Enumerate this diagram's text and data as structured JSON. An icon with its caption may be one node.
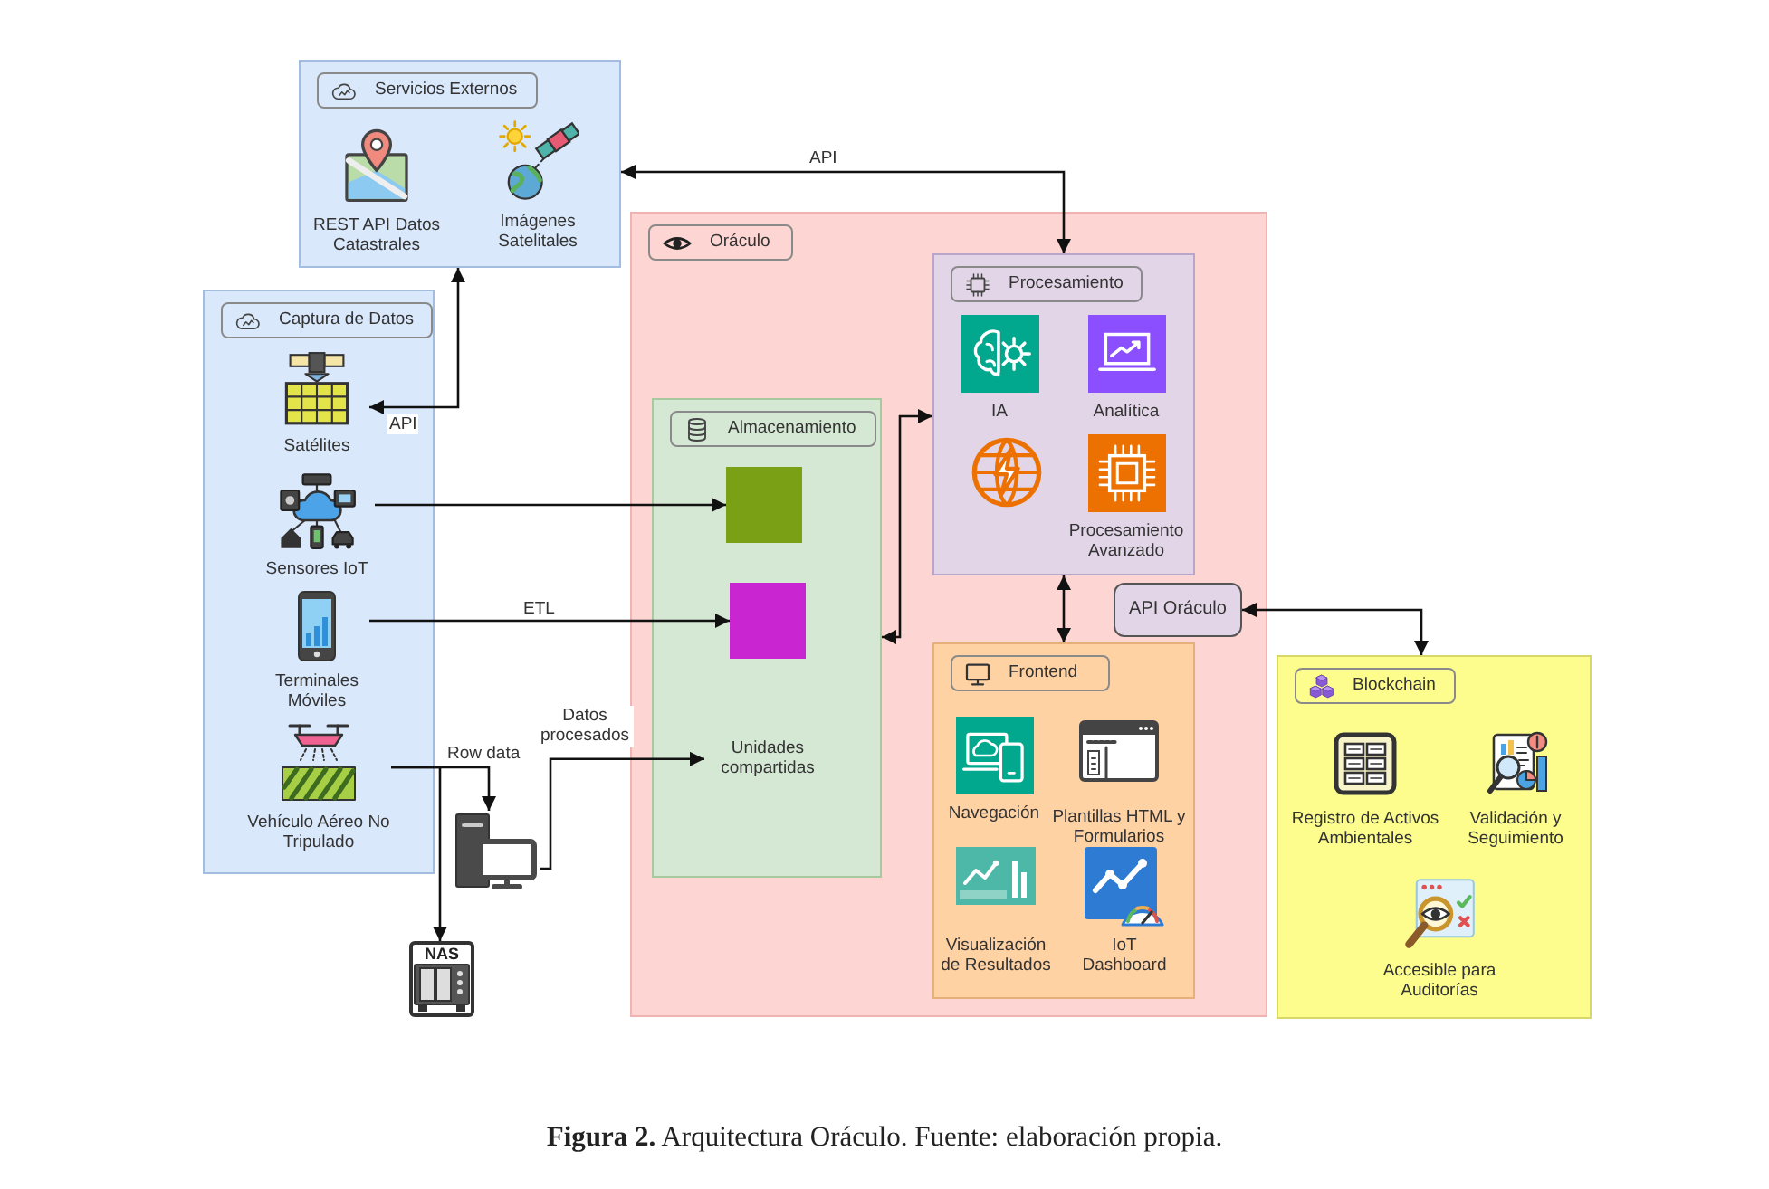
{
  "diagram": {
    "caption": "**Figura 2.** Arquitectura Oráculo. Fuente: elaboración propia.",
    "nodes": [
      {
        "text": [
          "Servicios Externos"
        ]
      },
      {
        "text": [
          "REST API Datos Catastrales"
        ],
        "in": 0
      },
      {
        "text": [
          "Imágenes Satelitales"
        ],
        "in": 0
      },
      {
        "text": [
          "Captura de Datos"
        ]
      },
      {
        "text": [
          "Satélites"
        ],
        "in": 3
      },
      {
        "text": [
          "Sensores IoT"
        ],
        "in": 3
      },
      {
        "text": [
          "Terminales Móviles"
        ],
        "in": 3
      },
      {
        "text": [
          "Vehículo Aéreo No Tripulado"
        ],
        "in": 3
      },
      {
        "text": [],
        "shape": "picture"
      },
      {
        "text": [
          "NAS"
        ]
      },
      {
        "text": [
          "Oráculo"
        ]
      },
      {
        "text": [
          "Almacenamiento"
        ],
        "in": 10
      },
      {
        "text": [],
        "shape": "box",
        "in": 11
      },
      {
        "text": [],
        "shape": "box",
        "in": 11
      },
      {
        "text": [
          "Unidades compartidas"
        ],
        "in": 11
      },
      {
        "text": [
          "Procesamiento"
        ],
        "in": 10
      },
      {
        "text": [
          "IA"
        ],
        "in": 15
      },
      {
        "text": [
          "Analítica"
        ],
        "in": 15
      },
      {
        "text": [],
        "shape": "picture",
        "in": 15
      },
      {
        "text": [
          "Procesamiento Avanzado"
        ],
        "in": 15
      },
      {
        "text": [
          "API Oráculo"
        ],
        "in": 10
      },
      {
        "text": [
          "Frontend"
        ],
        "in": 10
      },
      {
        "text": [
          "Navegación"
        ],
        "in": 21
      },
      {
        "text": [
          "Plantillas HTML y Formularios"
        ],
        "in": 21
      },
      {
        "text": [
          "Visualización de Resultados"
        ],
        "in": 21
      },
      {
        "text": [
          "IoT Dashboard"
        ],
        "in": 21
      },
      {
        "text": [
          "Blockchain"
        ]
      },
      {
        "text": [
          "Registro de Activos Ambientales"
        ],
        "in": 26
      },
      {
        "text": [
          "Validación y Seguimiento"
        ],
        "in": 26
      },
      {
        "text": [
          "Accesible para Auditorías"
        ],
        "in": 26
      }
    ],
    "edges": [
      {
        "from": 0,
        "to": 15,
        "arrow": "both",
        "label": "API"
      },
      {
        "from": 0,
        "to": 4,
        "arrow": "both",
        "label": "API"
      },
      {
        "from": 5,
        "to": 12,
        "arrow": "to"
      },
      {
        "from": 6,
        "to": 13,
        "arrow": "to",
        "label": "ETL"
      },
      {
        "from": 7,
        "to": 8,
        "arrow": "to",
        "label": "Row data"
      },
      {
        "from": 7,
        "to": 9,
        "arrow": "to"
      },
      {
        "from": 8,
        "to": 14,
        "arrow": "to",
        "label": "Datos procesados"
      },
      {
        "from": 11,
        "to": 15,
        "arrow": "both"
      },
      {
        "from": 15,
        "to": 21,
        "arrow": "both"
      },
      {
        "from": 20,
        "to": 26,
        "arrow": "both"
      }
    ]
  }
}
